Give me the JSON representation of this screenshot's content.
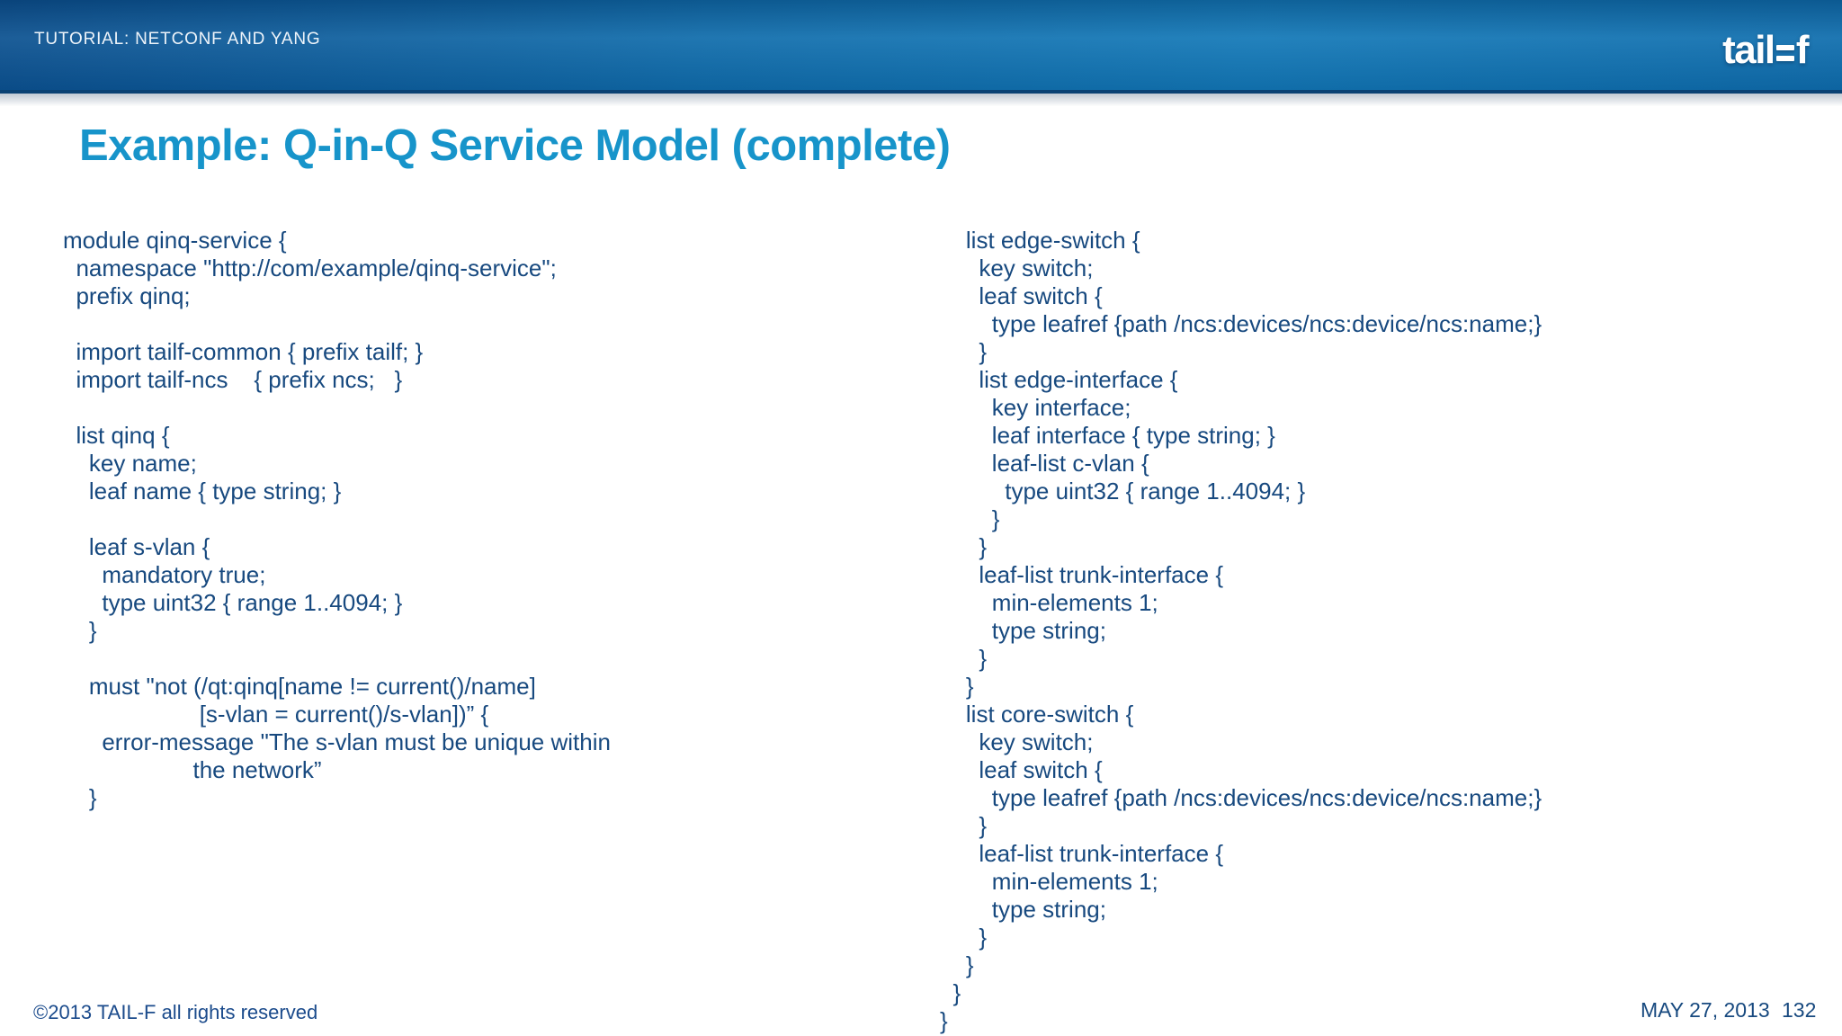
{
  "header": {
    "eyebrow": "TUTORIAL: NETCONF AND YANG",
    "logo": {
      "tail": "tail",
      "f": "f"
    }
  },
  "title": "Example: Q-in-Q Service Model (complete)",
  "code": {
    "left_column": "module qinq-service {\n  namespace \"http://com/example/qinq-service\";\n  prefix qinq;\n\n  import tailf-common { prefix tailf; }\n  import tailf-ncs    { prefix ncs;   }\n\n  list qinq {\n    key name;\n    leaf name { type string; }\n\n    leaf s-vlan {\n      mandatory true;\n      type uint32 { range 1..4094; }\n    }\n\n    must \"not (/qt:qinq[name != current()/name]\n                     [s-vlan = current()/s-vlan])” {\n      error-message \"The s-vlan must be unique within\n                    the network”\n    }",
    "right_column": "    list edge-switch {\n      key switch;\n      leaf switch {\n        type leafref {path /ncs:devices/ncs:device/ncs:name;}\n      }\n      list edge-interface {\n        key interface;\n        leaf interface { type string; }\n        leaf-list c-vlan {\n          type uint32 { range 1..4094; }\n        }\n      }\n      leaf-list trunk-interface {\n        min-elements 1;\n        type string;\n      }\n    }\n    list core-switch {\n      key switch;\n      leaf switch {\n        type leafref {path /ncs:devices/ncs:device/ncs:name;}\n      }\n      leaf-list trunk-interface {\n        min-elements 1;\n        type string;\n      }\n    }\n  }\n}"
  },
  "footer": {
    "copyright": "©2013 TAIL-F all rights reserved",
    "date": "MAY 27, 2013",
    "page_number": "132"
  },
  "colors": {
    "header_blue": "#0f6cab",
    "header_border": "#0a4173",
    "title_blue": "#1794ca",
    "code_text": "#17497f",
    "footer_text": "#1b4b8c"
  }
}
